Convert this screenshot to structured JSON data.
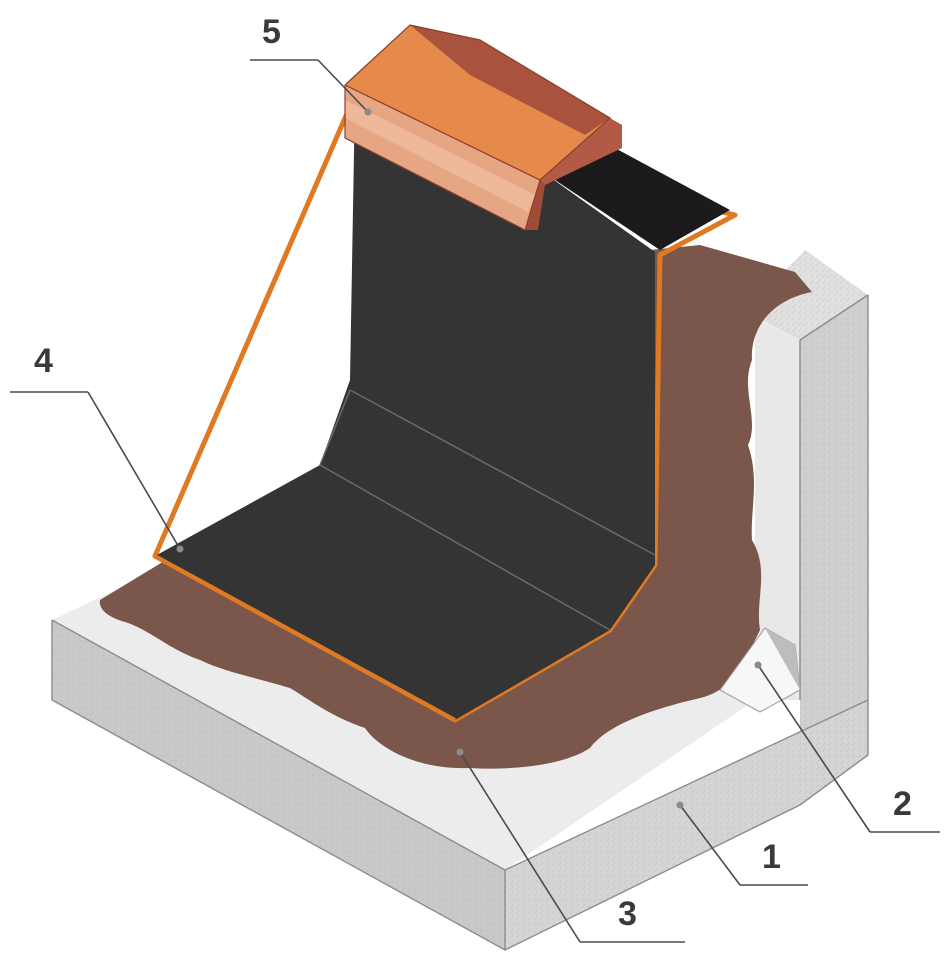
{
  "callouts": [
    {
      "id": "1",
      "label": "1"
    },
    {
      "id": "2",
      "label": "2"
    },
    {
      "id": "3",
      "label": "3"
    },
    {
      "id": "4",
      "label": "4"
    },
    {
      "id": "5",
      "label": "5"
    }
  ],
  "colors": {
    "concrete_top": "#efefef",
    "concrete_side": "#d2d2d2",
    "concrete_front": "#c6c6c6",
    "primer": "#7b564a",
    "membrane": "#343434",
    "membrane_dark": "#1c1a1a",
    "edge_orange": "#e07a22",
    "cap_orange": "#e07f3e",
    "cap_brown": "#9e4d3a",
    "fillet": "#f6f6f6"
  }
}
